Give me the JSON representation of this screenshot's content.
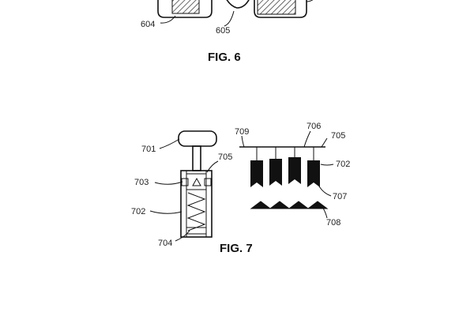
{
  "fig6": {
    "caption": "FIG. 6",
    "labels": {
      "r604": "604",
      "r605": "605"
    }
  },
  "fig7": {
    "caption": "FIG. 7",
    "left": {
      "r701": "701",
      "r705": "705",
      "r703": "703",
      "r702": "702",
      "r704": "704"
    },
    "right": {
      "r709": "709",
      "r706": "706",
      "r705": "705",
      "r702": "702",
      "r707": "707",
      "r708": "708"
    }
  },
  "colors": {
    "ink": "#111111",
    "hatch": "#444444",
    "background": "#ffffff"
  }
}
